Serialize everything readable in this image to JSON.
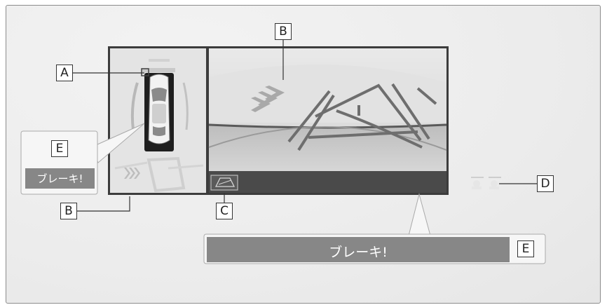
{
  "labels": {
    "a": "A",
    "b_top": "B",
    "b_bottom": "B",
    "c": "C",
    "d": "D",
    "e_left": "E",
    "e_bottom": "E"
  },
  "warning": {
    "brake_left": "ブレーキ!",
    "brake_main": "ブレーキ!"
  }
}
